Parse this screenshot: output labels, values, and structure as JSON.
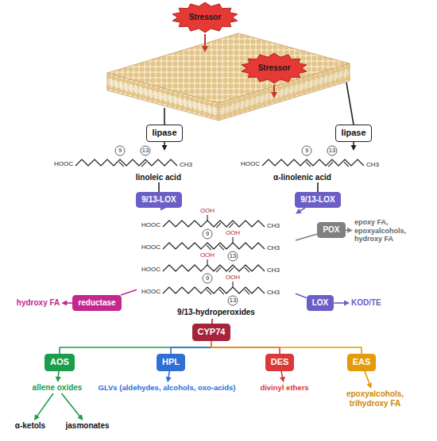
{
  "diagram": {
    "nodes": [
      {
        "text": [
          "Stressor"
        ]
      },
      {
        "text": [
          "Stressor"
        ]
      },
      {
        "text": [
          "lipase"
        ]
      },
      {
        "text": [
          "lipase"
        ]
      },
      {
        "text": [
          "linoleic acid"
        ]
      },
      {
        "text": [
          "α-linolenic acid"
        ]
      },
      {
        "text": [
          "9/13-LOX"
        ]
      },
      {
        "text": [
          "9/13-LOX"
        ]
      },
      {
        "text": [
          "9/13-hydroperoxides"
        ]
      },
      {
        "text": [
          "POX"
        ]
      },
      {
        "text": [
          "epoxy FA, epoxyalcohols, hydroxy FA"
        ]
      },
      {
        "text": [
          "reductase"
        ]
      },
      {
        "text": [
          "hydroxy FA"
        ]
      },
      {
        "text": [
          "LOX"
        ]
      },
      {
        "text": [
          "KOD/TE"
        ]
      },
      {
        "text": [
          "CYP74"
        ]
      },
      {
        "text": [
          "AOS"
        ]
      },
      {
        "text": [
          "HPL"
        ]
      },
      {
        "text": [
          "DES"
        ]
      },
      {
        "text": [
          "EAS"
        ]
      },
      {
        "text": [
          "allene oxides"
        ]
      },
      {
        "text": [
          "α-ketols"
        ]
      },
      {
        "text": [
          "jasmonates"
        ]
      },
      {
        "text": [
          "GLVs (aldehydes, alcohols, oxo-acids)"
        ]
      },
      {
        "text": [
          "divinyl ethers"
        ]
      },
      {
        "text": [
          "epoxyalcohols, trihydroxy FA"
        ]
      }
    ],
    "edges": [
      {
        "from": 2,
        "to": 4,
        "arrow": "to"
      },
      {
        "from": 3,
        "to": 5,
        "arrow": "to"
      },
      {
        "from": 4,
        "to": 6,
        "arrow": "none"
      },
      {
        "from": 5,
        "to": 7,
        "arrow": "none"
      },
      {
        "from": 6,
        "to": 8,
        "arrow": "to"
      },
      {
        "from": 7,
        "to": 8,
        "arrow": "to"
      },
      {
        "from": 8,
        "to": 9,
        "arrow": "none"
      },
      {
        "from": 9,
        "to": 10,
        "arrow": "to"
      },
      {
        "from": 8,
        "to": 11,
        "arrow": "none"
      },
      {
        "from": 11,
        "to": 12,
        "arrow": "to"
      },
      {
        "from": 8,
        "to": 13,
        "arrow": "none"
      },
      {
        "from": 13,
        "to": 14,
        "arrow": "to"
      },
      {
        "from": 8,
        "to": 15,
        "arrow": "none"
      },
      {
        "from": 15,
        "to": 16,
        "arrow": "none"
      },
      {
        "from": 15,
        "to": 17,
        "arrow": "none"
      },
      {
        "from": 15,
        "to": 18,
        "arrow": "none"
      },
      {
        "from": 15,
        "to": 19,
        "arrow": "none"
      },
      {
        "from": 16,
        "to": 20,
        "arrow": "to"
      },
      {
        "from": 20,
        "to": 21,
        "arrow": "to"
      },
      {
        "from": 20,
        "to": 22,
        "arrow": "to"
      },
      {
        "from": 17,
        "to": 23,
        "arrow": "to"
      },
      {
        "from": 18,
        "to": 24,
        "arrow": "to"
      },
      {
        "from": 19,
        "to": 25,
        "arrow": "to"
      }
    ],
    "labels": [
      "HOOC",
      "9",
      "13",
      "CH3",
      "HOOC",
      "9",
      "13",
      "CH3",
      "OOH",
      "9",
      "HOOC",
      "CH3",
      "OOH",
      "13",
      "HOOC",
      "CH3",
      "OOH",
      "9",
      "HOOC",
      "CH3",
      "OOH",
      "13",
      "HOOC",
      "CH3"
    ]
  }
}
